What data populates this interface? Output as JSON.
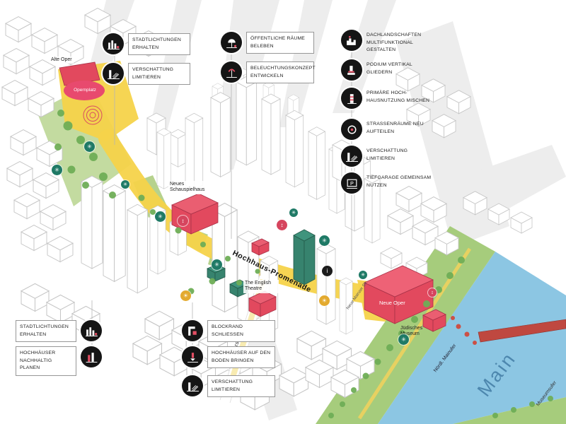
{
  "legend": {
    "top_left": [
      "STADTLICHTUNGEN ERHALTEN",
      "VERSCHATTUNG LIMITIEREN"
    ],
    "top_center": [
      "ÖFFENTLICHE RÄUME BELEBEN",
      "BELEUCHTUNGSKONZEPT ENTWICKELN"
    ],
    "top_right": [
      "DACHLANDSCHAFTEN MULTIFUNKTIONAL GESTALTEN",
      "PODIUM VERTIKAL GLIEDERN",
      "PRIMÄRE HOCH-HAUSNUTZUNG MISCHEN",
      "STRASSENRÄUME NEU AUFTEILEN",
      "VERSCHATTUNG LIMITIEREN",
      "TIEFGARAGE GEMEINSAM NUTZEN"
    ],
    "bottom_left": [
      "STADTLICHTUNGEN ERHALTEN",
      "HOCHHÄUSER NACHHALTIG PLANEN"
    ],
    "bottom_center": [
      "BLOCKRAND SCHLIESSEN",
      "HOCHHÄUSER AUF DEN BODEN BRINGEN",
      "VERSCHATTUNG LIMITIEREN"
    ]
  },
  "map": {
    "labels": {
      "alte_oper": "Alte Oper",
      "opernplatz": "Opernplatz",
      "neues_schauspielhaus": "Neues Schauspielhaus",
      "english_theatre": "The English Theatre",
      "promenade": "Hochhaus-Promenade",
      "kaiserstrasse": "Kaiserstraße",
      "neue_mainzer": "Neue Mainzer Str.",
      "neue_oper": "Neue Oper",
      "juedisches_museum": "Jüdisches Museum",
      "noerdl_mainufer": "Nördl. Mainufer",
      "main": "Main",
      "museumsufer": "Museumsufer"
    }
  },
  "icons": {
    "tree": "✳",
    "mix": "↕",
    "sun": "☀",
    "info": "i",
    "parking": "P"
  },
  "colors": {
    "promenade_yellow": "#f6d34a",
    "landmark_red": "#e2495e",
    "park_green": "#c3dba0",
    "teal": "#1f7a66",
    "river_blue": "#8cc6e3",
    "bridge_red": "#bf4840",
    "shadow_gray": "#e9e9e9"
  }
}
